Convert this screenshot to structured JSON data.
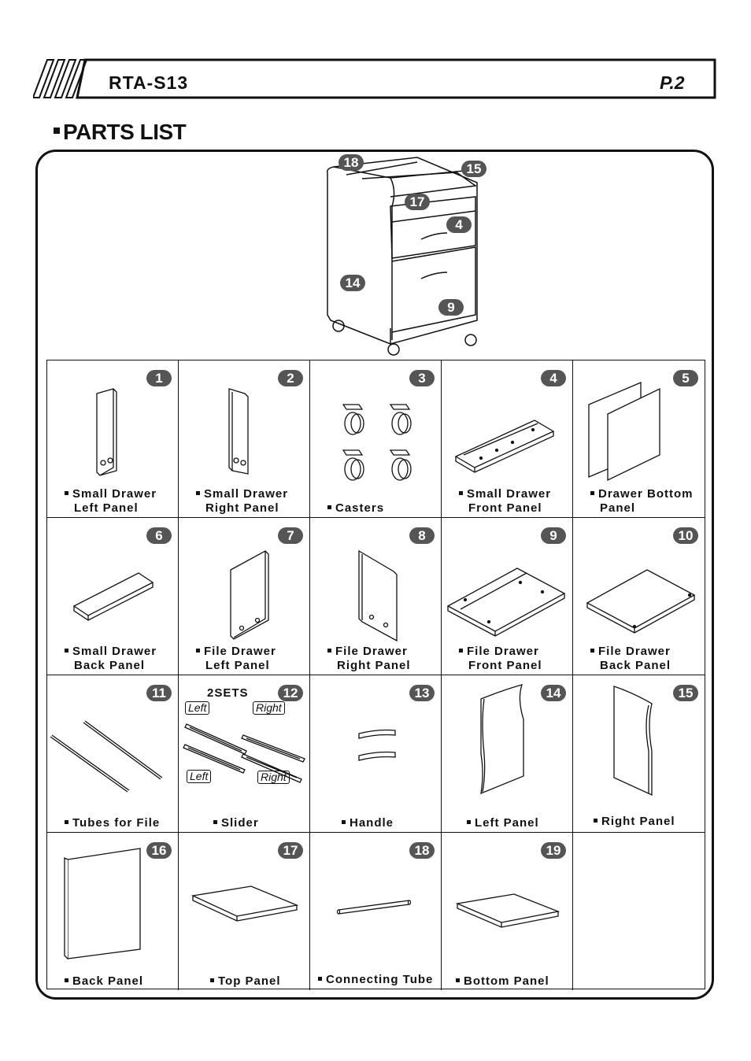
{
  "header": {
    "model": "RTA-S13",
    "page": "P.2"
  },
  "section_title": "PARTS LIST",
  "hero_badges": [
    "18",
    "15",
    "17",
    "4",
    "14",
    "9"
  ],
  "parts": [
    {
      "num": "1",
      "line1": "Small Drawer",
      "line2": "Left Panel"
    },
    {
      "num": "2",
      "line1": "Small Drawer",
      "line2": "Right Panel"
    },
    {
      "num": "3",
      "line1": "Casters",
      "line2": ""
    },
    {
      "num": "4",
      "line1": "Small Drawer",
      "line2": "Front Panel"
    },
    {
      "num": "5",
      "line1": "Drawer Bottom",
      "line2": "Panel"
    },
    {
      "num": "6",
      "line1": "Small Drawer",
      "line2": "Back Panel"
    },
    {
      "num": "7",
      "line1": "File Drawer",
      "line2": "Left Panel"
    },
    {
      "num": "8",
      "line1": "File Drawer",
      "line2": "Right Panel"
    },
    {
      "num": "9",
      "line1": "File Drawer",
      "line2": "Front Panel"
    },
    {
      "num": "10",
      "line1": "File Drawer",
      "line2": "Back Panel"
    },
    {
      "num": "11",
      "line1": "Tubes for File",
      "line2": ""
    },
    {
      "num": "12",
      "line1": "Slider",
      "line2": ""
    },
    {
      "num": "13",
      "line1": "Handle",
      "line2": ""
    },
    {
      "num": "14",
      "line1": "Left Panel",
      "line2": ""
    },
    {
      "num": "15",
      "line1": "Right Panel",
      "line2": ""
    },
    {
      "num": "16",
      "line1": "Back Panel",
      "line2": ""
    },
    {
      "num": "17",
      "line1": "Top Panel",
      "line2": ""
    },
    {
      "num": "18",
      "line1": "Connecting Tube",
      "line2": ""
    },
    {
      "num": "19",
      "line1": "Bottom Panel",
      "line2": ""
    }
  ],
  "slider": {
    "sets": "2SETS",
    "left": "Left",
    "right": "Right"
  }
}
